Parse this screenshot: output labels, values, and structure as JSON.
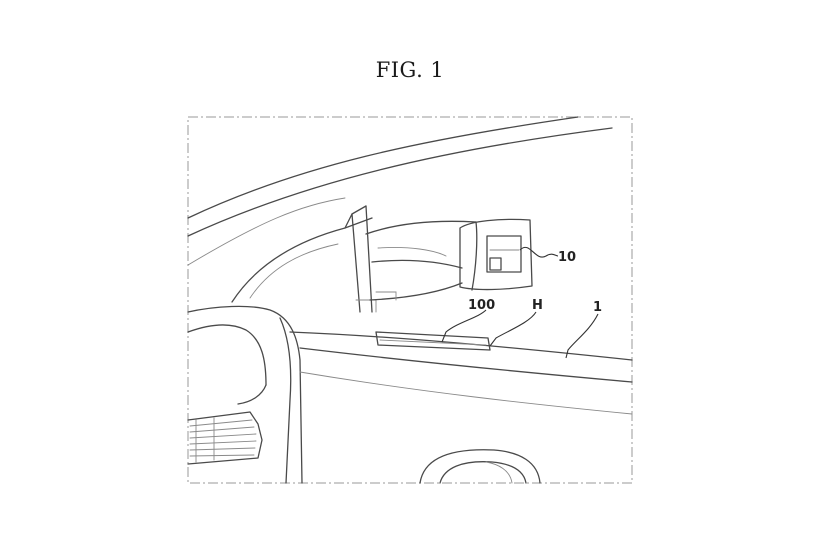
{
  "figure": {
    "title": "FIG. 1"
  },
  "labels": {
    "camera": "10",
    "display_unit": "100",
    "housing": "H",
    "vehicle": "1"
  }
}
